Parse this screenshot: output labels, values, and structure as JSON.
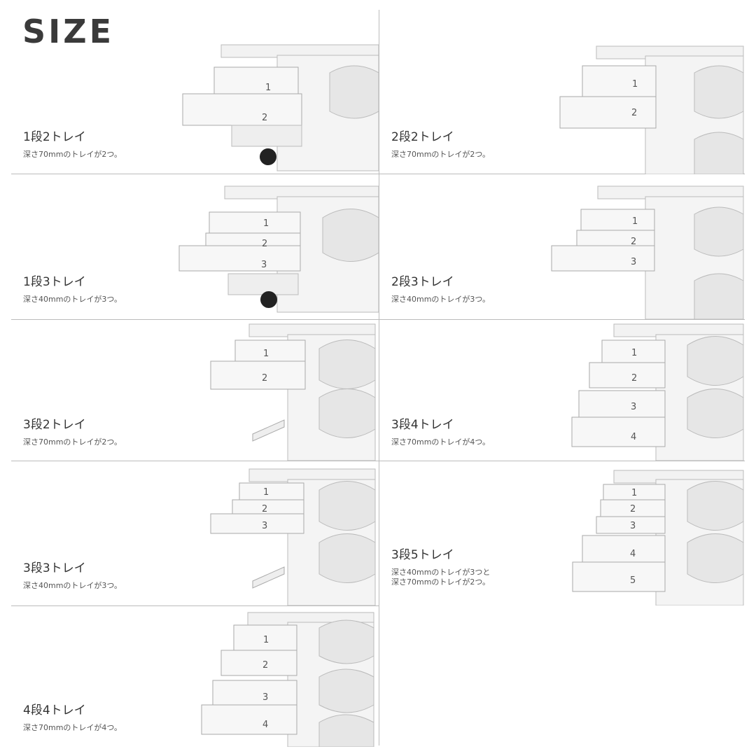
{
  "title": "SIZE",
  "items": [
    {
      "label": "1段2トレイ",
      "desc": "深さ70mmのトレイが2つ。",
      "trays": [
        "1",
        "2"
      ]
    },
    {
      "label": "2段2トレイ",
      "desc": "深さ70mmのトレイが2つ。",
      "trays": [
        "1",
        "2"
      ]
    },
    {
      "label": "1段3トレイ",
      "desc": "深さ40mmのトレイが3つ。",
      "trays": [
        "1",
        "2",
        "3"
      ]
    },
    {
      "label": "2段3トレイ",
      "desc": "深さ40mmのトレイが3つ。",
      "trays": [
        "1",
        "2",
        "3"
      ]
    },
    {
      "label": "3段2トレイ",
      "desc": "深さ70mmのトレイが2つ。",
      "trays": [
        "1",
        "2"
      ]
    },
    {
      "label": "3段4トレイ",
      "desc": "深さ70mmのトレイが4つ。",
      "trays": [
        "1",
        "2",
        "3",
        "4"
      ]
    },
    {
      "label": "3段3トレイ",
      "desc": "深さ40mmのトレイが3つ。",
      "trays": [
        "1",
        "2",
        "3"
      ]
    },
    {
      "label": "3段5トレイ",
      "desc": "深さ40mmのトレイが3つと",
      "desc2": "深さ70mmのトレイが2つ。",
      "trays": [
        "1",
        "2",
        "3",
        "4",
        "5"
      ]
    },
    {
      "label": "4段4トレイ",
      "desc": "深さ70mmのトレイが4つ。",
      "trays": [
        "1",
        "2",
        "3",
        "4"
      ]
    }
  ]
}
